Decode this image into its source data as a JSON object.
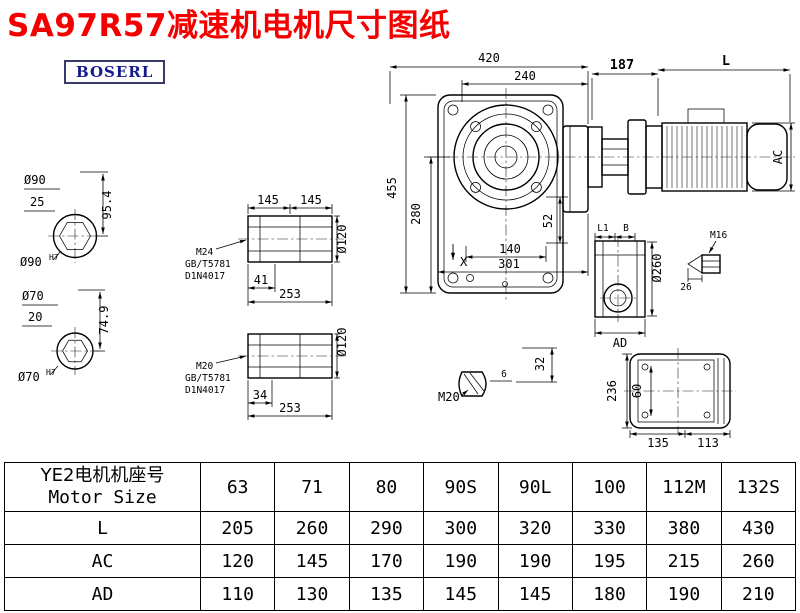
{
  "title": "SA97R57减速机电机尺寸图纸",
  "logo": "BOSERL",
  "colors": {
    "title_red": "#f40000",
    "logo_navy": "#141a8c",
    "line_black": "#000000"
  },
  "drawing": {
    "front_view": {
      "dim_top_overall": "420",
      "dim_top_inner": "240",
      "dim_height": "455",
      "dim_axis_height": "280",
      "dim_52": "52",
      "dim_x": "X",
      "dim_140": "140",
      "dim_301": "301"
    },
    "motor_view": {
      "dim_187": "187",
      "dim_length": "L",
      "dim_ac": "AC"
    },
    "shaft_end_large": {
      "dia": "Ø90",
      "key_width": "25",
      "key_depth": "95.4",
      "bore": "Ø90",
      "bore_tol": "H7"
    },
    "shaft_end_small": {
      "dia": "Ø70",
      "key_width": "20",
      "key_depth": "74.9",
      "bore": "Ø70",
      "bore_tol": "H7"
    },
    "bushing_top": {
      "dim_left": "145",
      "dim_right": "145",
      "dia": "Ø120",
      "thread": "M24",
      "standard1": "GB/T5781",
      "standard2": "D1N4017",
      "dim_41": "41",
      "dim_253": "253"
    },
    "bushing_bottom": {
      "dia": "Ø120",
      "thread": "M20",
      "standard1": "GB/T5781",
      "standard2": "D1N4017",
      "dim_34": "34",
      "dim_253": "253"
    },
    "side_view": {
      "dim_l1": "L1",
      "dim_b": "B",
      "dia_260": "Ø260",
      "dim_ad": "AD",
      "plug_thread": "M16",
      "plug_length": "26"
    },
    "rear_view": {
      "dim_236": "236",
      "dim_60": "60",
      "dim_135": "135",
      "dim_113": "113",
      "plug_dim_6": "6",
      "plug_dim_32": "32",
      "plug_thread": "M20"
    }
  },
  "table": {
    "header": {
      "label_cn": "YE2电机机座号",
      "label_en": "Motor Size",
      "sizes": [
        "63",
        "71",
        "80",
        "90S",
        "90L",
        "100",
        "112M",
        "132S"
      ]
    },
    "rows": [
      {
        "label": "L",
        "values": [
          "205",
          "260",
          "290",
          "300",
          "320",
          "330",
          "380",
          "430"
        ]
      },
      {
        "label": "AC",
        "values": [
          "120",
          "145",
          "170",
          "190",
          "190",
          "195",
          "215",
          "260"
        ]
      },
      {
        "label": "AD",
        "values": [
          "110",
          "130",
          "135",
          "145",
          "145",
          "180",
          "190",
          "210"
        ]
      }
    ]
  }
}
